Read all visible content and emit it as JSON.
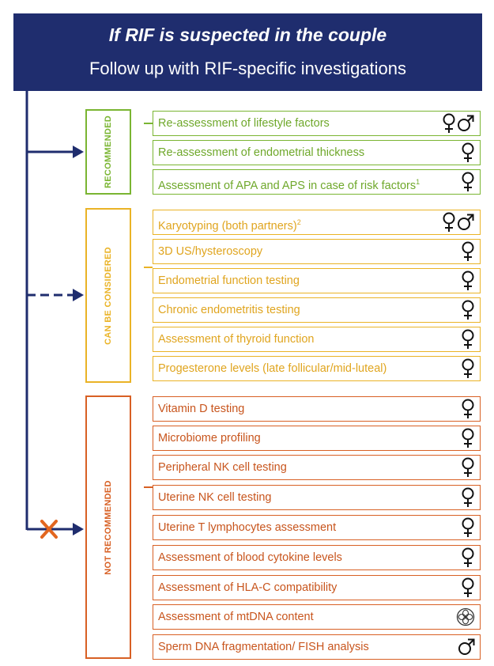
{
  "header": {
    "title": "If RIF is suspected in the couple",
    "subtitle": "Follow up with RIF-specific investigations"
  },
  "categories": [
    {
      "label": "RECOMMENDED",
      "color": "#7ab532"
    },
    {
      "label": "CAN BE CONSIDERED",
      "color": "#eab326"
    },
    {
      "label": "NOT RECOMMENDED",
      "color": "#d86024"
    }
  ],
  "recommended": [
    {
      "text": "Re-assessment of lifestyle factors",
      "icon": "female-male-icon"
    },
    {
      "text": "Re-assessment of endometrial thickness",
      "icon": "female-icon"
    },
    {
      "text": "Assessment of APA and APS in case of risk factors",
      "sup": "1",
      "icon": "female-icon"
    }
  ],
  "considered": [
    {
      "text": "Karyotyping (both partners)",
      "sup": "2",
      "icon": "female-male-icon"
    },
    {
      "text": "3D US/hysteroscopy",
      "icon": "female-icon"
    },
    {
      "text": "Endometrial function testing",
      "icon": "female-icon"
    },
    {
      "text": "Chronic endometritis testing",
      "icon": "female-icon"
    },
    {
      "text": "Assessment of thyroid function",
      "icon": "female-icon"
    },
    {
      "text": "Progesterone levels (late follicular/mid-luteal)",
      "icon": "female-icon"
    }
  ],
  "not_recommended": [
    {
      "text": "Vitamin D testing",
      "icon": "female-icon"
    },
    {
      "text": "Microbiome profiling",
      "icon": "female-icon"
    },
    {
      "text": "Peripheral NK cell testing",
      "icon": "female-icon"
    },
    {
      "text": "Uterine NK cell testing",
      "icon": "female-icon"
    },
    {
      "text": "Uterine T lymphocytes assessment",
      "icon": "female-icon"
    },
    {
      "text": "Assessment of blood cytokine levels",
      "icon": "female-icon"
    },
    {
      "text": "Assessment of HLA-C compatibility",
      "icon": "female-icon"
    },
    {
      "text": "Assessment of mtDNA content",
      "icon": "embryo-icon"
    },
    {
      "text": "Sperm DNA fragmentation/ FISH analysis",
      "icon": "male-icon"
    }
  ],
  "colors": {
    "header_bg": "#1f2d6e",
    "connector": "#1f2d6e",
    "recommended": "#7ab532",
    "considered": "#eab326",
    "not_recommended": "#d86024"
  }
}
